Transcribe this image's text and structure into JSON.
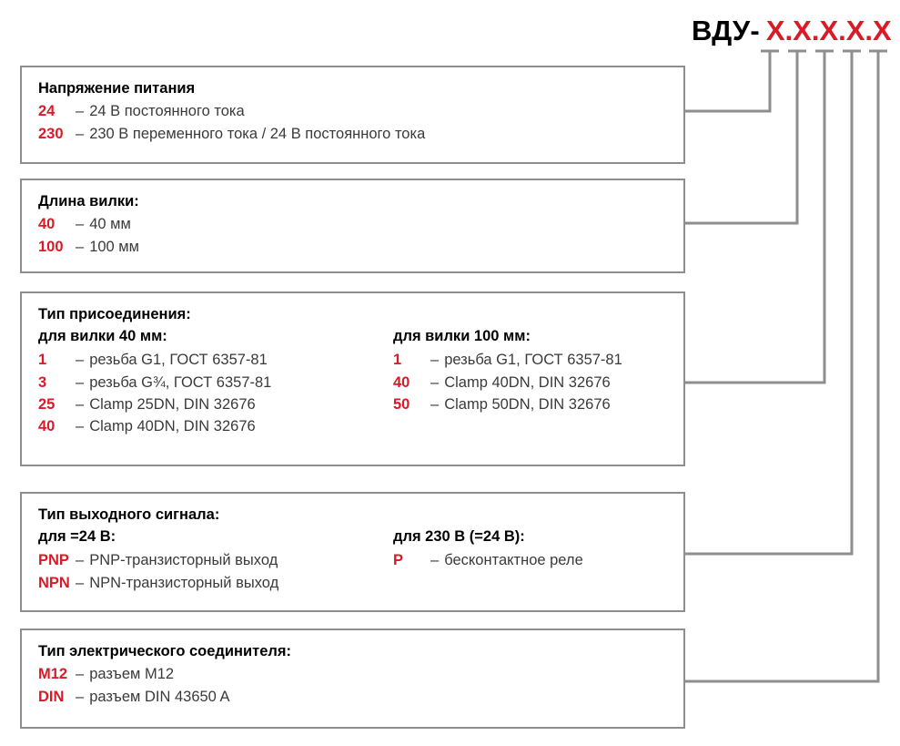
{
  "header": {
    "prefix": "ВДУ-",
    "pattern": "X.X.X.X.X"
  },
  "colors": {
    "code_red": "#da1a26",
    "text_dark": "#3a3a3a",
    "title_black": "#000000",
    "border_gray": "#8e8e8e"
  },
  "blocks": [
    {
      "id": "voltage",
      "title": "Напряжение питания",
      "left_options": [
        {
          "key": "24",
          "dash": "–",
          "desc": "24 В постоянного тока"
        },
        {
          "key": "230",
          "dash": "–",
          "desc": "230 В переменного тока / 24 В постоянного тока"
        }
      ]
    },
    {
      "id": "length",
      "title": "Длина вилки:",
      "left_options": [
        {
          "key": "40",
          "dash": "–",
          "desc": "40 мм"
        },
        {
          "key": "100",
          "dash": "–",
          "desc": "100 мм"
        }
      ]
    },
    {
      "id": "process",
      "title": "Тип присоединения:",
      "left_subtitle": "для вилки 40 мм:",
      "right_subtitle": "для вилки 100 мм:",
      "left_options": [
        {
          "key": "1",
          "dash": "–",
          "desc": "резьба G1, ГОСТ 6357-81"
        },
        {
          "key": "3",
          "dash": "–",
          "desc": "резьба G¾, ГОСТ 6357-81"
        },
        {
          "key": "25",
          "dash": "–",
          "desc": "Clamp 25DN, DIN 32676"
        },
        {
          "key": "40",
          "dash": "–",
          "desc": "Clamp 40DN, DIN 32676"
        }
      ],
      "right_options": [
        {
          "key": "1",
          "dash": "–",
          "desc": "резьба G1, ГОСТ 6357-81"
        },
        {
          "key": "40",
          "dash": "–",
          "desc": "Clamp 40DN, DIN 32676"
        },
        {
          "key": "50",
          "dash": "–",
          "desc": "Clamp 50DN, DIN 32676"
        }
      ]
    },
    {
      "id": "output",
      "title": "Тип выходного сигнала:",
      "left_subtitle": "для =24 В:",
      "right_subtitle": "для 230 В (=24 В):",
      "left_options": [
        {
          "key": "PNP",
          "dash": "–",
          "desc": "PNP-транзисторный выход"
        },
        {
          "key": "NPN",
          "dash": "–",
          "desc": "NPN-транзисторный выход"
        }
      ],
      "right_options": [
        {
          "key": "P",
          "dash": "–",
          "desc": "бесконтактное реле"
        }
      ]
    },
    {
      "id": "connector",
      "title": "Тип электрического соединителя:",
      "left_options": [
        {
          "key": "M12",
          "dash": "–",
          "desc": "разъем M12"
        },
        {
          "key": "DIN",
          "dash": "–",
          "desc": "разъем DIN 43650 A"
        }
      ]
    }
  ]
}
